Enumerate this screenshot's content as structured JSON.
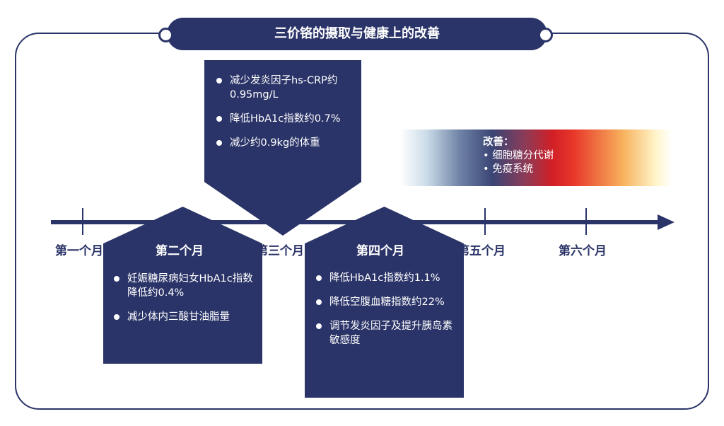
{
  "title": "三价铬的摄取与健康上的改善",
  "months": [
    "第一个月",
    "第二个月",
    "第三个月",
    "第四个月",
    "第五个月",
    "第六个月"
  ],
  "month3_box": {
    "items": [
      "减少发炎因子hs-CRP约0.95mg/L",
      "降低HbA1c指数约0.7%",
      "减少约0.9kg的体重"
    ]
  },
  "month2_box": {
    "items": [
      "妊娠糖尿病妇女HbA1c指数降低约0.4%",
      "减少体内三酸甘油脂量"
    ]
  },
  "month4_box": {
    "items": [
      "降低HbA1c指数约1.1%",
      "降低空腹血糖指数约22%",
      "调节发炎因子及提升胰岛素敏感度"
    ]
  },
  "improvement": {
    "heading": "改善：",
    "items": [
      "• 细胞糖分代谢",
      "• 免疫系统"
    ]
  },
  "colors": {
    "navy": "#2b3468",
    "red": "#d11f26",
    "yellow": "#fff4c9"
  }
}
